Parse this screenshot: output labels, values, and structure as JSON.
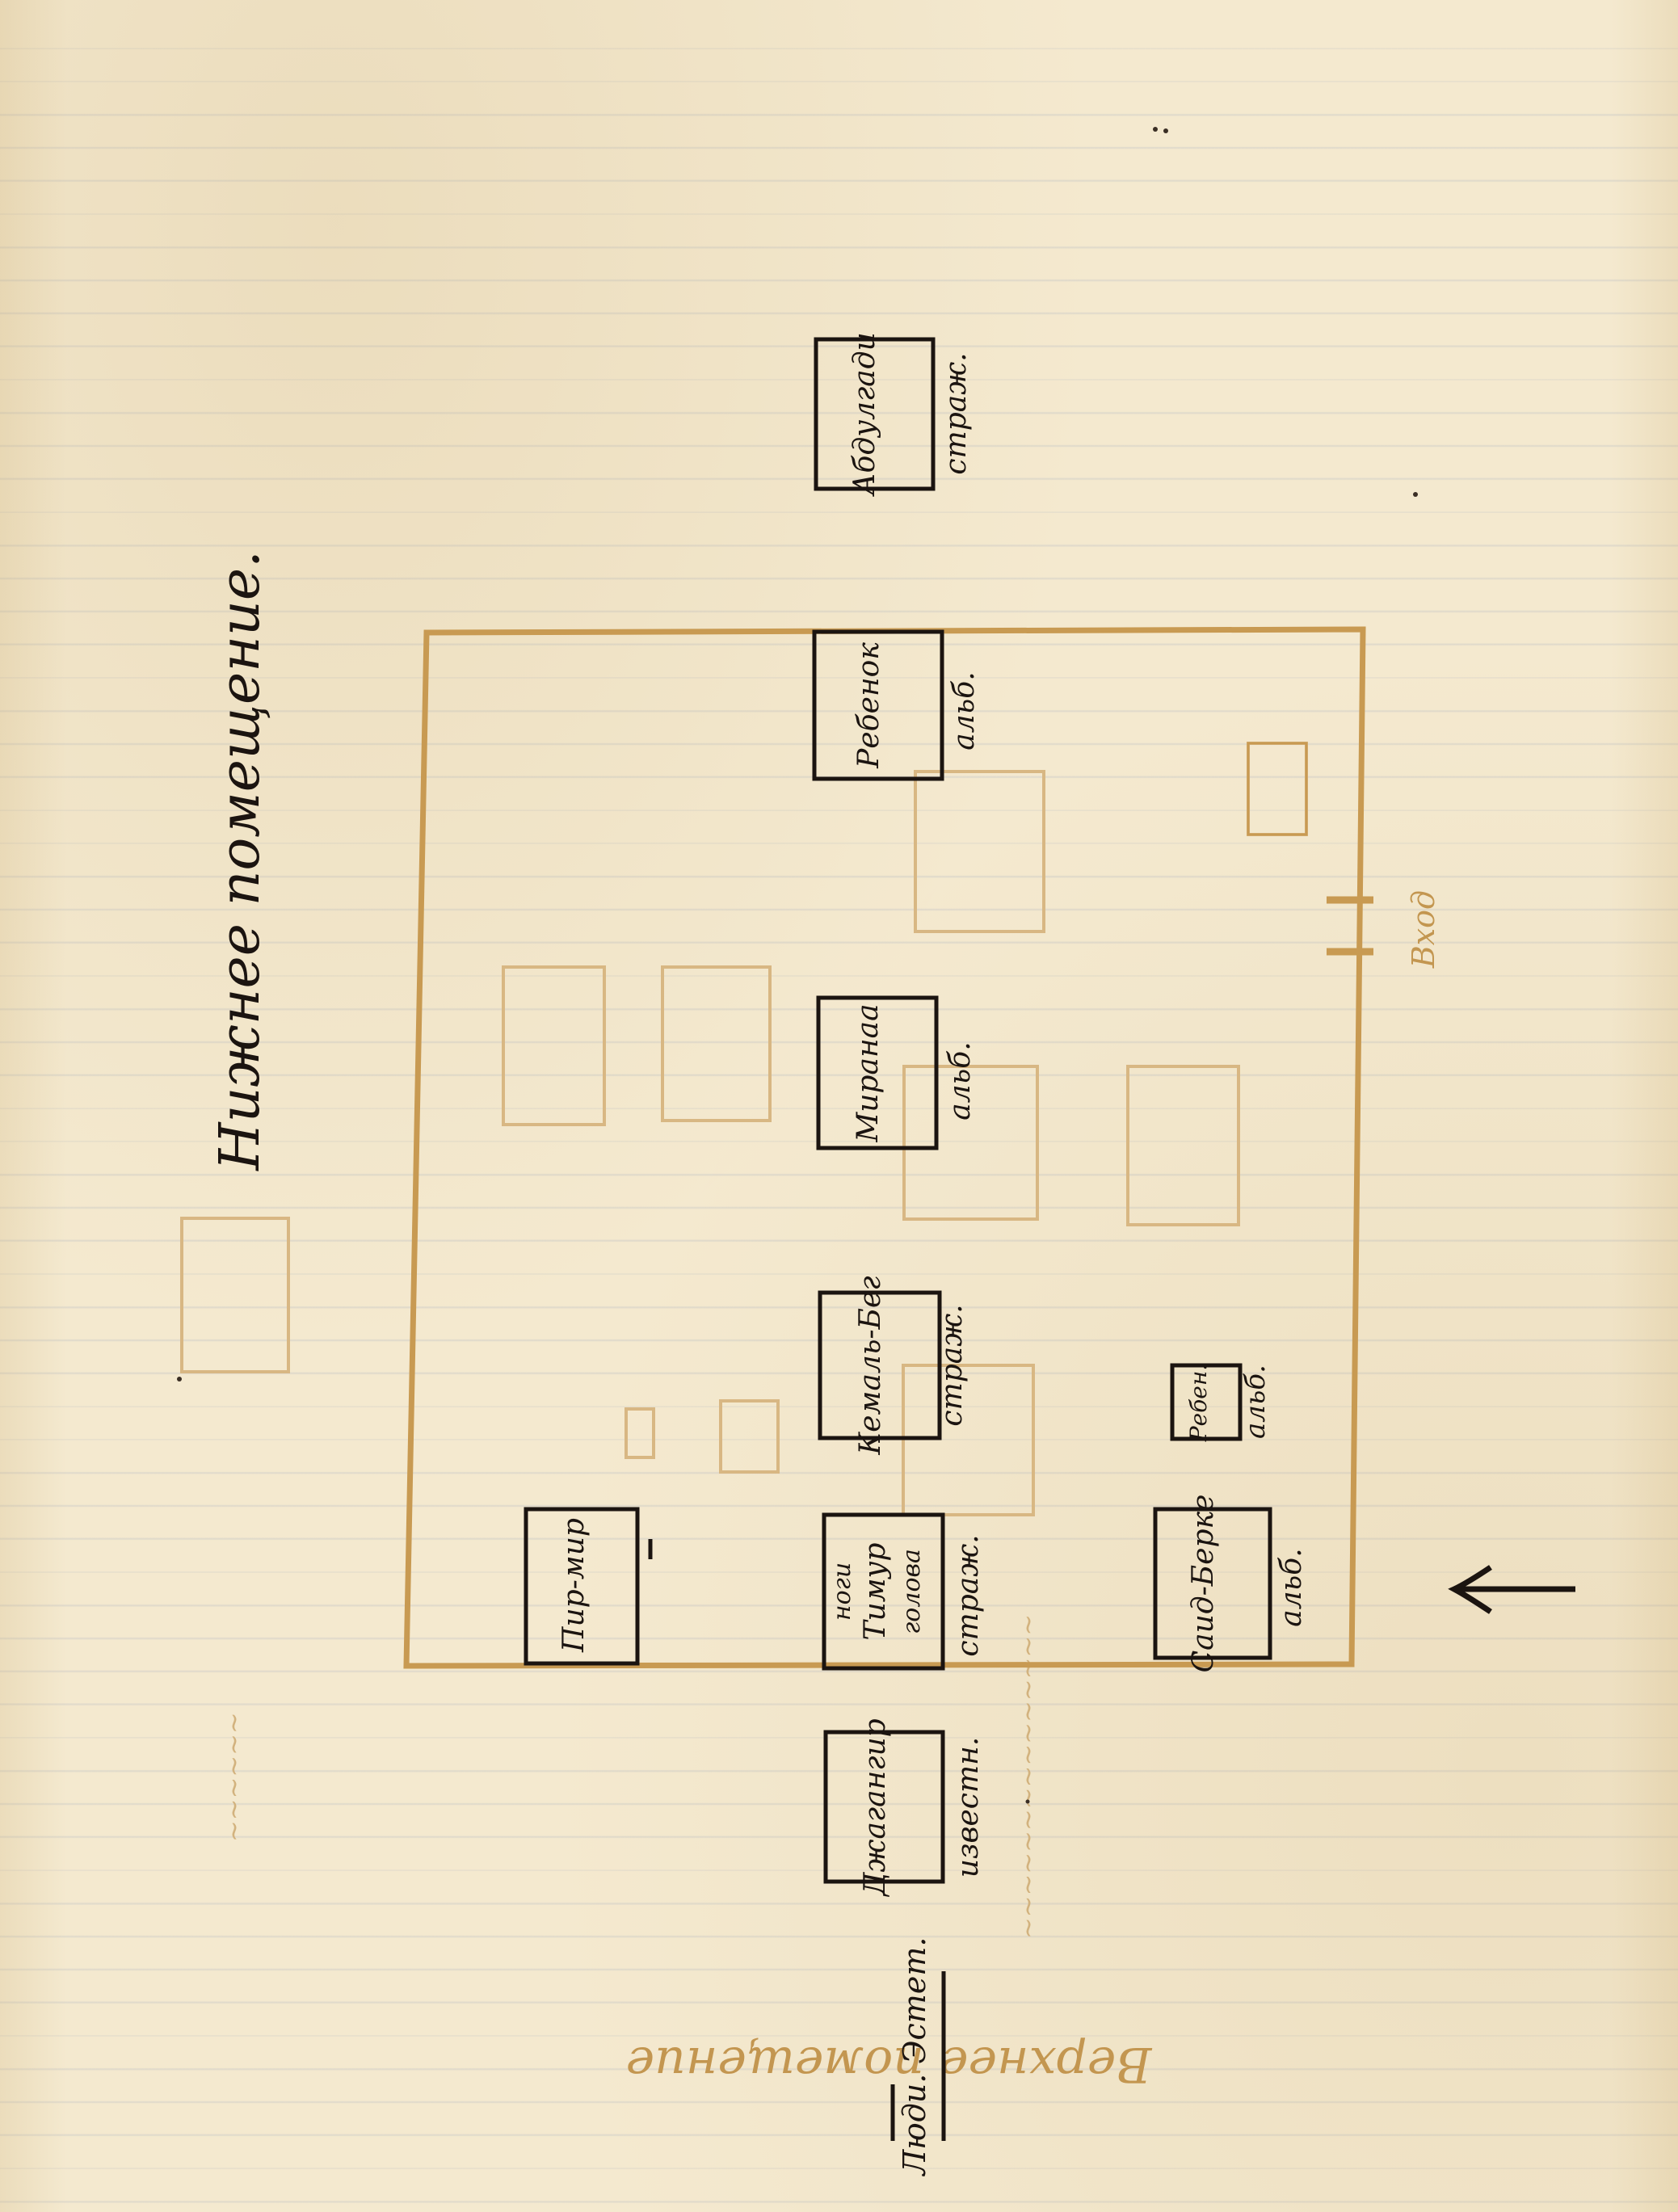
{
  "document": {
    "title": "Нижнее помещение.",
    "sub_heading": "Верхнее помещение",
    "corner_note": "Люди. Эстет.",
    "entrance_note": "Вход"
  },
  "boxes": [
    {
      "id": "a",
      "name": "Абдулгади",
      "caption": "страж."
    },
    {
      "id": "b",
      "name": "Ребенок",
      "caption": "альб."
    },
    {
      "id": "c",
      "name": "Миранаа",
      "caption": "альб."
    },
    {
      "id": "d",
      "name": "Кемаль-Бег",
      "caption": "страж."
    },
    {
      "id": "e",
      "name": "Тимур",
      "top_note": "ноги",
      "bottom_note": "голова",
      "caption": "страж."
    },
    {
      "id": "f",
      "name": "Пир-мир",
      "caption": ""
    },
    {
      "id": "g",
      "name": "Джагангир",
      "caption": "известн."
    },
    {
      "id": "h",
      "name": "Ребен.",
      "caption": "альб."
    },
    {
      "id": "i",
      "name": "Саид-Берке",
      "caption": "альб."
    }
  ]
}
